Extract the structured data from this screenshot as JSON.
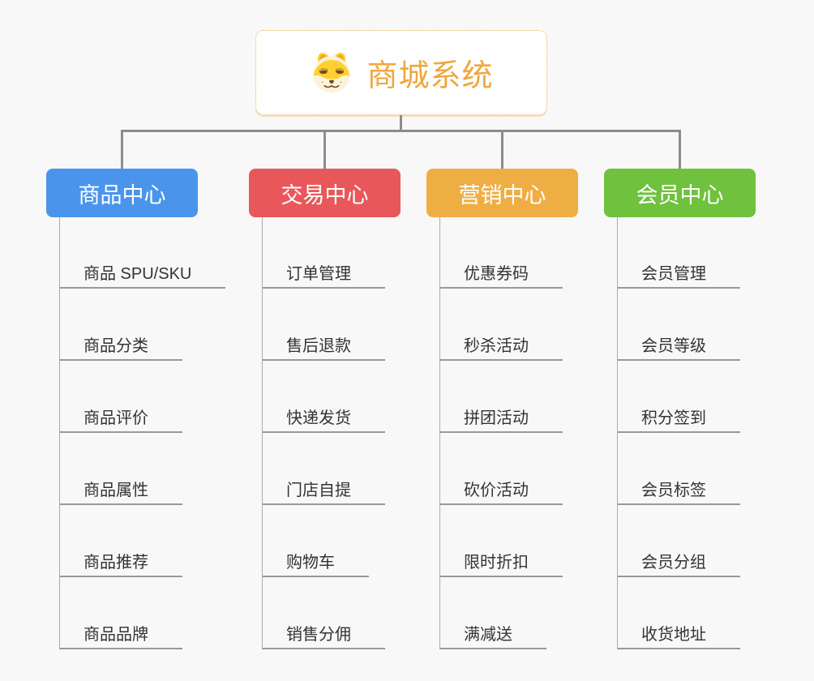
{
  "root": {
    "title": "商城系统",
    "icon": "doge-face-icon"
  },
  "branches": [
    {
      "label": "商品中心",
      "color": "#4b94ec",
      "children": [
        "商品 SPU/SKU",
        "商品分类",
        "商品评价",
        "商品属性",
        "商品推荐",
        "商品品牌"
      ]
    },
    {
      "label": "交易中心",
      "color": "#e8585a",
      "children": [
        "订单管理",
        "售后退款",
        "快递发货",
        "门店自提",
        "购物车",
        "销售分佣"
      ]
    },
    {
      "label": "营销中心",
      "color": "#efae44",
      "children": [
        "优惠券码",
        "秒杀活动",
        "拼团活动",
        "砍价活动",
        "限时折扣",
        "满减送"
      ]
    },
    {
      "label": "会员中心",
      "color": "#6fc13e",
      "children": [
        "会员管理",
        "会员等级",
        "积分签到",
        "会员标签",
        "会员分组",
        "收货地址"
      ]
    }
  ],
  "colors": {
    "background": "#f8f8f8",
    "root_accent": "#f0a73e",
    "connector": "#8c8c8c",
    "child_text": "#333333",
    "child_underline": "#999999"
  }
}
